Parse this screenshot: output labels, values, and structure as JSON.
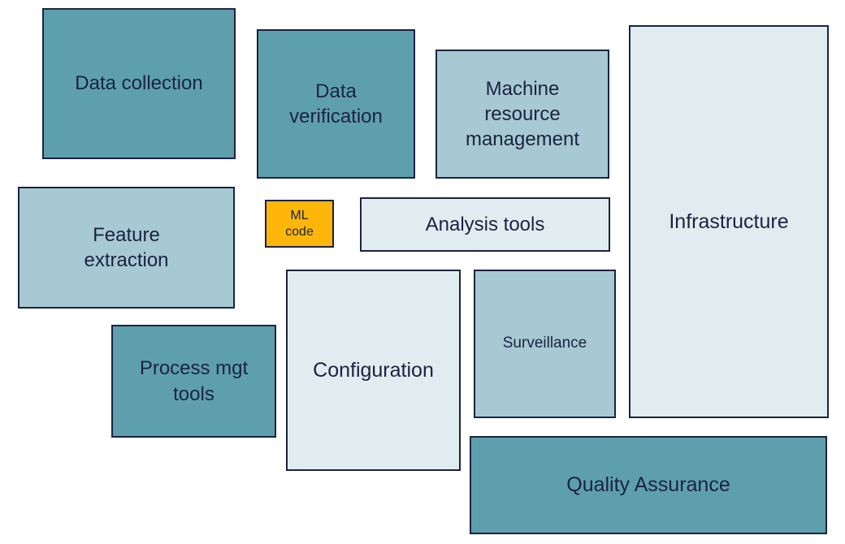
{
  "colors": {
    "teal": "#5e9fae",
    "light_blue": "#a7c9d3",
    "pale_blue": "#e1ecf1",
    "orange": "#ffb60a",
    "outline": "#1b2340",
    "text": "#1b2340",
    "background": "#ffffff"
  },
  "boxes": {
    "data_collection": {
      "label": "Data collection",
      "color": "#5e9fae"
    },
    "data_verification": {
      "label": "Data verification",
      "color": "#5e9fae"
    },
    "machine_resource_management": {
      "label": "Machine resource management",
      "color": "#a7c9d3"
    },
    "infrastructure": {
      "label": "Infrastructure",
      "color": "#e1ecf1"
    },
    "feature_extraction": {
      "label": "Feature extraction",
      "color": "#a7c9d3"
    },
    "ml_code": {
      "label": "ML code",
      "color": "#ffb60a"
    },
    "analysis_tools": {
      "label": "Analysis tools",
      "color": "#e1ecf1"
    },
    "configuration": {
      "label": "Configuration",
      "color": "#e1ecf1"
    },
    "surveillance": {
      "label": "Surveillance",
      "color": "#a7c9d3"
    },
    "process_mgt_tools": {
      "label": "Process mgt tools",
      "color": "#5e9fae"
    },
    "quality_assurance": {
      "label": "Quality Assurance",
      "color": "#5e9fae"
    }
  }
}
